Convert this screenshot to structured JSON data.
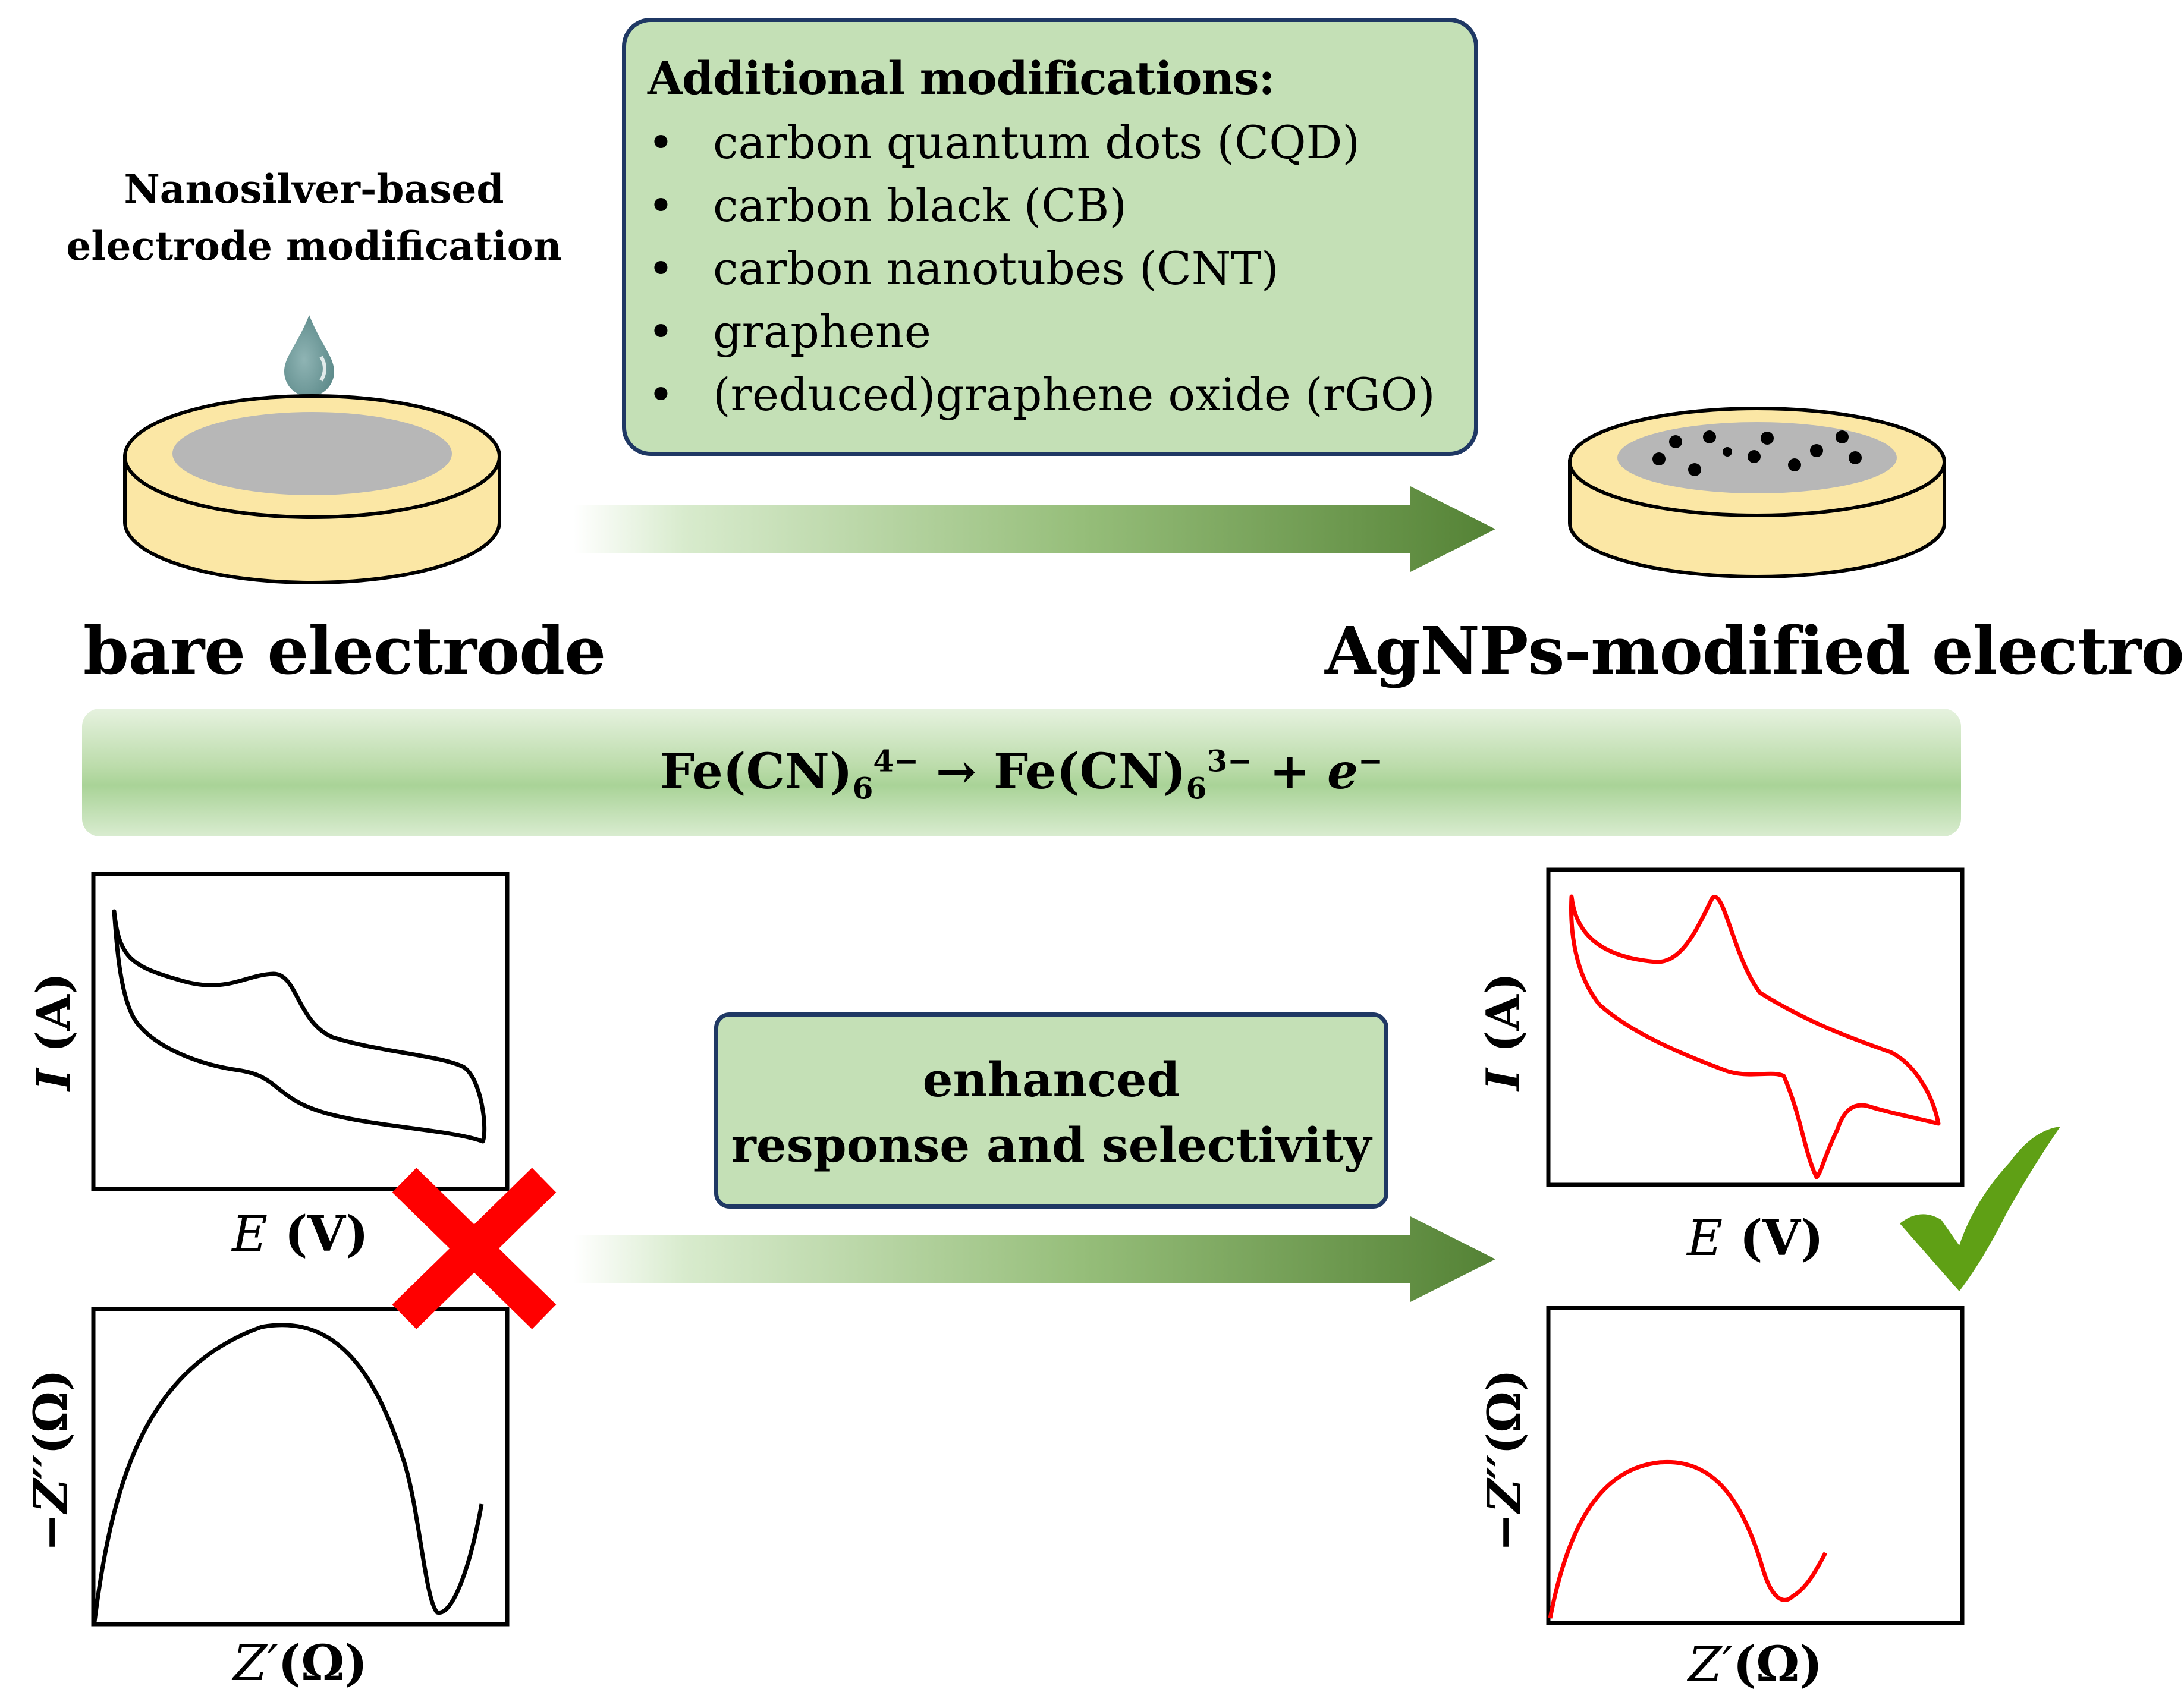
{
  "left_panel": {
    "method_label_line1": "Nanosilver-based",
    "method_label_line2": "electrode modification",
    "electrode_label": "bare electrode"
  },
  "right_panel": {
    "electrode_label": "AgNPs-modified electrode"
  },
  "modifications": {
    "title": "Additional modifications:",
    "items": [
      "carbon quantum dots (CQD)",
      "carbon black (CB)",
      "carbon nanotubes (CNT)",
      "graphene",
      "(reduced)graphene oxide (rGO)"
    ]
  },
  "reaction": {
    "lhs": "Fe(CN)",
    "lhs_sub": "6",
    "lhs_sup": "4−",
    "arrow": "→",
    "rhs": "Fe(CN)",
    "rhs_sub": "6",
    "rhs_sup": "3−",
    "plus": "+",
    "e": "e",
    "e_sup": "−"
  },
  "outcome": {
    "line1": "enhanced",
    "line2": "response and selectivity"
  },
  "plots": {
    "cv_ylabel_sym": "I",
    "cv_ylabel_unit": "(A)",
    "cv_xlabel_sym": "E",
    "cv_xlabel_unit": "(V)",
    "eis_ylabel_sym": "−Z′′",
    "eis_ylabel_unit": "(Ω)",
    "eis_xlabel_sym": "Z′",
    "eis_xlabel_unit": "(Ω)"
  },
  "colors": {
    "electrode_body": "#fbe7a5",
    "electrode_surface": "#b7b7b7",
    "droplet": "#6f9b9b",
    "arrow_dark": "#548235",
    "bare_curve": "#000000",
    "modified_curve": "#ff0000",
    "cross": "#ff0000",
    "check": "#5fa015"
  },
  "marks": {
    "bare_result": "cross-icon",
    "modified_result": "check-icon"
  }
}
